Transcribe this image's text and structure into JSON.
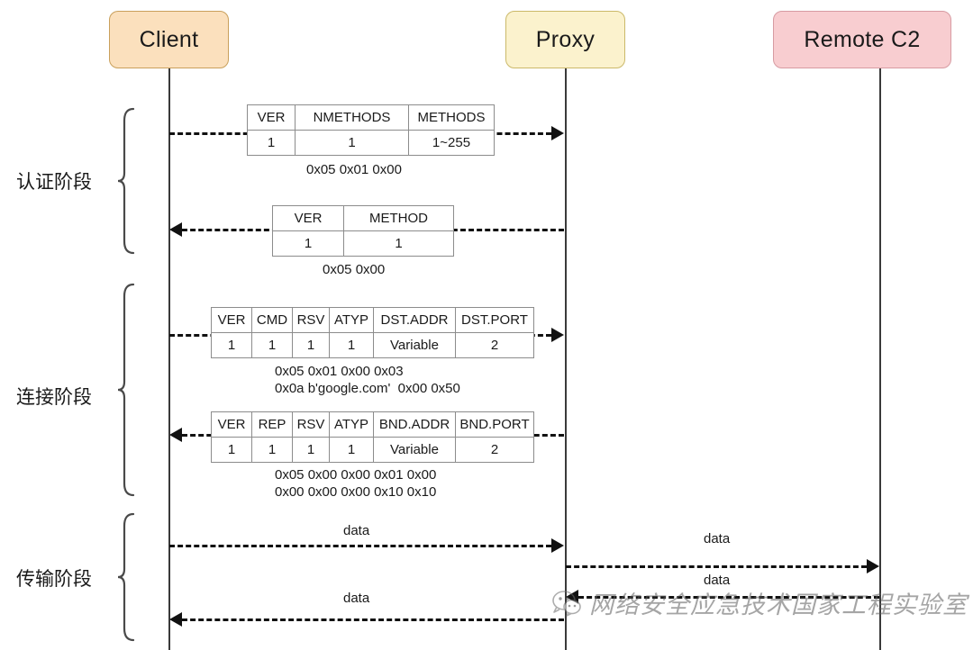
{
  "diagram": {
    "title": "SOCKS5 proxy sequence diagram",
    "actors": [
      {
        "id": "client",
        "label": "Client",
        "fill": "#fbe0bd",
        "stroke": "#c9a05c"
      },
      {
        "id": "proxy",
        "label": "Proxy",
        "fill": "#fbf2cd",
        "stroke": "#cbb96a"
      },
      {
        "id": "remote",
        "label": "Remote C2",
        "fill": "#f8cdd0",
        "stroke": "#d79ba2"
      }
    ],
    "phases": [
      {
        "id": "auth",
        "label": "认证阶段"
      },
      {
        "id": "connect",
        "label": "连接阶段"
      },
      {
        "id": "transmit",
        "label": "传输阶段"
      }
    ],
    "messages": [
      {
        "id": "auth-request",
        "from": "client",
        "to": "proxy",
        "direction": "right",
        "table": {
          "headers": [
            "VER",
            "NMETHODS",
            "METHODS"
          ],
          "values": [
            "1",
            "1",
            "1~255"
          ]
        },
        "caption": "0x05 0x01 0x00"
      },
      {
        "id": "auth-response",
        "from": "proxy",
        "to": "client",
        "direction": "left",
        "table": {
          "headers": [
            "VER",
            "METHOD"
          ],
          "values": [
            "1",
            "1"
          ]
        },
        "caption": "0x05 0x00"
      },
      {
        "id": "connect-request",
        "from": "client",
        "to": "proxy",
        "direction": "right",
        "table": {
          "headers": [
            "VER",
            "CMD",
            "RSV",
            "ATYP",
            "DST.ADDR",
            "DST.PORT"
          ],
          "values": [
            "1",
            "1",
            "1",
            "1",
            "Variable",
            "2"
          ]
        },
        "caption": "0x05 0x01 0x00 0x03\n0x0a b'google.com'  0x00 0x50"
      },
      {
        "id": "connect-response",
        "from": "proxy",
        "to": "client",
        "direction": "left",
        "table": {
          "headers": [
            "VER",
            "REP",
            "RSV",
            "ATYP",
            "BND.ADDR",
            "BND.PORT"
          ],
          "values": [
            "1",
            "1",
            "1",
            "1",
            "Variable",
            "2"
          ]
        },
        "caption": "0x05 0x00 0x00 0x01 0x00\n0x00 0x00 0x00 0x10 0x10"
      },
      {
        "id": "data-client-proxy",
        "from": "client",
        "to": "proxy",
        "direction": "right",
        "label": "data"
      },
      {
        "id": "data-proxy-remote",
        "from": "proxy",
        "to": "remote",
        "direction": "right",
        "label": "data"
      },
      {
        "id": "data-remote-proxy",
        "from": "remote",
        "to": "proxy",
        "direction": "left",
        "label": "data"
      },
      {
        "id": "data-proxy-client",
        "from": "proxy",
        "to": "client",
        "direction": "left",
        "label": "data"
      }
    ],
    "watermark": {
      "text": "网络安全应急技术国家工程实验室",
      "icon": "wechat-icon"
    }
  }
}
